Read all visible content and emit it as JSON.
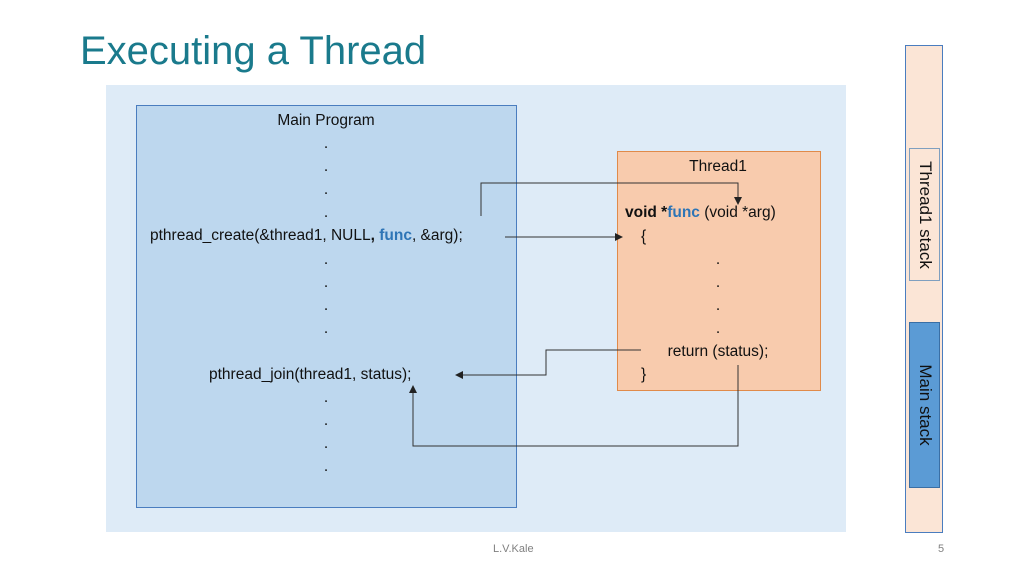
{
  "title": "Executing a Thread",
  "main_program": {
    "heading": "Main Program",
    "dot": ".",
    "create_call": {
      "prefix": "pthread_create(&thread1, NULL",
      "sep1": ", ",
      "func": "func",
      "suffix": ", &arg);"
    },
    "join_call": "pthread_join(thread1, status);"
  },
  "thread": {
    "heading": "Thread1",
    "sig": {
      "void_star": "void *",
      "func": "func",
      "params": " (void *arg)"
    },
    "open_brace": "{",
    "return_stmt": "return (status);",
    "close_brace": "}"
  },
  "stacks": {
    "thread1": "Thread1 stack",
    "main": "Main stack"
  },
  "footer": {
    "author": "L.V.Kale",
    "page": "5"
  },
  "colors": {
    "title": "#1a7a8c",
    "func_keyword": "#2e75b6",
    "main_box": "#bdd7ee",
    "thread_box": "#f8cbad",
    "main_stack": "#5b9bd5"
  }
}
